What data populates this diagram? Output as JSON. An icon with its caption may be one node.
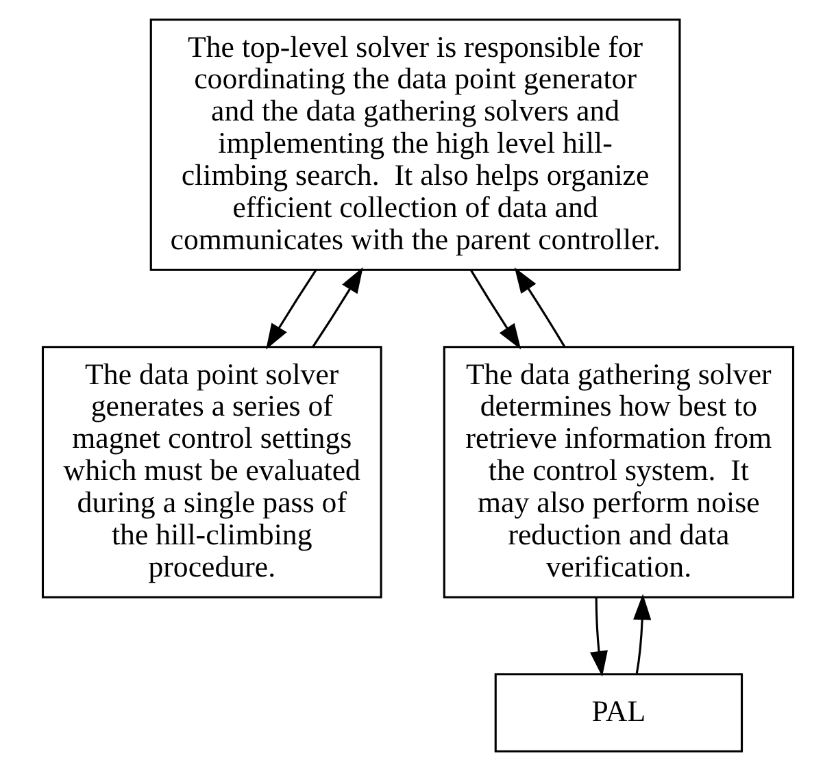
{
  "diagram": {
    "nodes": [
      {
        "text": [
          "The top-level solver is responsible for coordinating the data point generator and the data gathering solvers and implementing the high level hill-climbing search.  It also helps organize efficient collection of data and communicates with the parent controller."
        ]
      },
      {
        "text": [
          "The data point solver generates a series of magnet control settings which must be evaluated during a single pass of the hill-climbing procedure."
        ]
      },
      {
        "text": [
          "The data gathering solver determines how best to retrieve information from the control system.  It may also perform noise reduction and data verification."
        ]
      },
      {
        "text": [
          "PAL"
        ]
      }
    ],
    "edges": [
      {
        "from": 0,
        "to": 1,
        "arrow": "to"
      },
      {
        "from": 1,
        "to": 0,
        "arrow": "to"
      },
      {
        "from": 0,
        "to": 2,
        "arrow": "to"
      },
      {
        "from": 2,
        "to": 0,
        "arrow": "to"
      },
      {
        "from": 2,
        "to": 3,
        "arrow": "to"
      },
      {
        "from": 3,
        "to": 2,
        "arrow": "to"
      }
    ]
  }
}
